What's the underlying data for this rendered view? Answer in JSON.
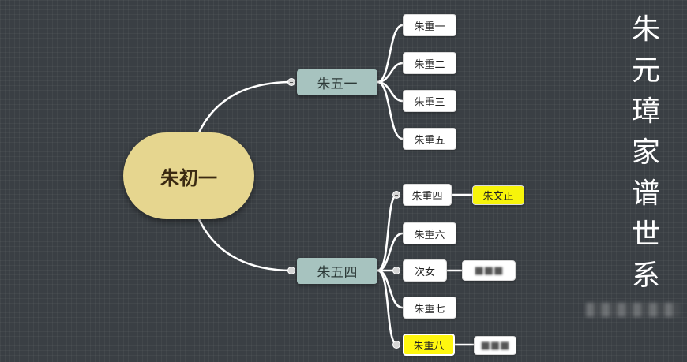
{
  "title": {
    "chars": [
      "朱",
      "元",
      "璋",
      "家",
      "谱",
      "世",
      "系"
    ]
  },
  "mindmap": {
    "root": "朱初一",
    "branches": [
      {
        "label": "朱五一",
        "children": [
          "朱重一",
          "朱重二",
          "朱重三",
          "朱重五"
        ]
      },
      {
        "label": "朱五四",
        "children": [
          {
            "label": "朱重四",
            "child": "朱文正"
          },
          {
            "label": "朱重六"
          },
          {
            "label": "次女",
            "child": "■■■"
          },
          {
            "label": "朱重七"
          },
          {
            "label": "朱重八",
            "child": "■■■"
          }
        ]
      }
    ]
  },
  "colors": {
    "background": "#3a3f44",
    "root": "#e6d68f",
    "branch": "#a7c3bf",
    "leaf": "#ffffff",
    "highlight": "#f7f40a",
    "connector": "#ffffff"
  }
}
